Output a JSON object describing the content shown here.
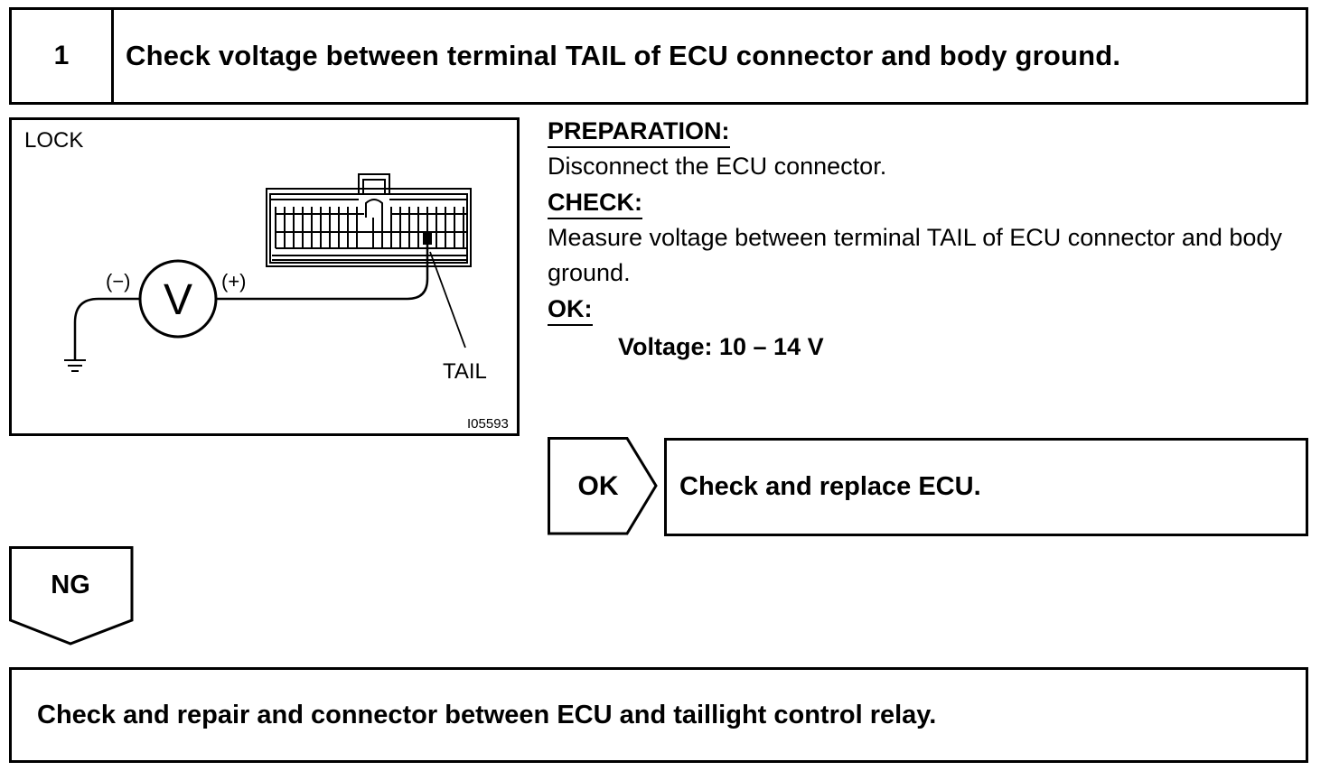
{
  "step": {
    "number": "1",
    "title": "Check voltage between terminal TAIL of ECU connector and body ground."
  },
  "illustration": {
    "lock_label": "LOCK",
    "minus_label": "(−)",
    "plus_label": "(+)",
    "meter_symbol": "V",
    "tail_label": "TAIL",
    "figure_code": "I05593"
  },
  "instructions": {
    "preparation_heading": "PREPARATION:",
    "preparation_text": "Disconnect the ECU connector.",
    "check_heading": "CHECK:",
    "check_text": "Measure voltage between terminal TAIL of ECU connector and body ground.",
    "ok_heading": "OK:",
    "ok_value": "Voltage: 10 – 14 V"
  },
  "outcomes": {
    "ok_label": "OK",
    "ok_action": "Check and replace ECU.",
    "ng_label": "NG",
    "ng_action": "Check and repair and connector between ECU and taillight control relay."
  }
}
